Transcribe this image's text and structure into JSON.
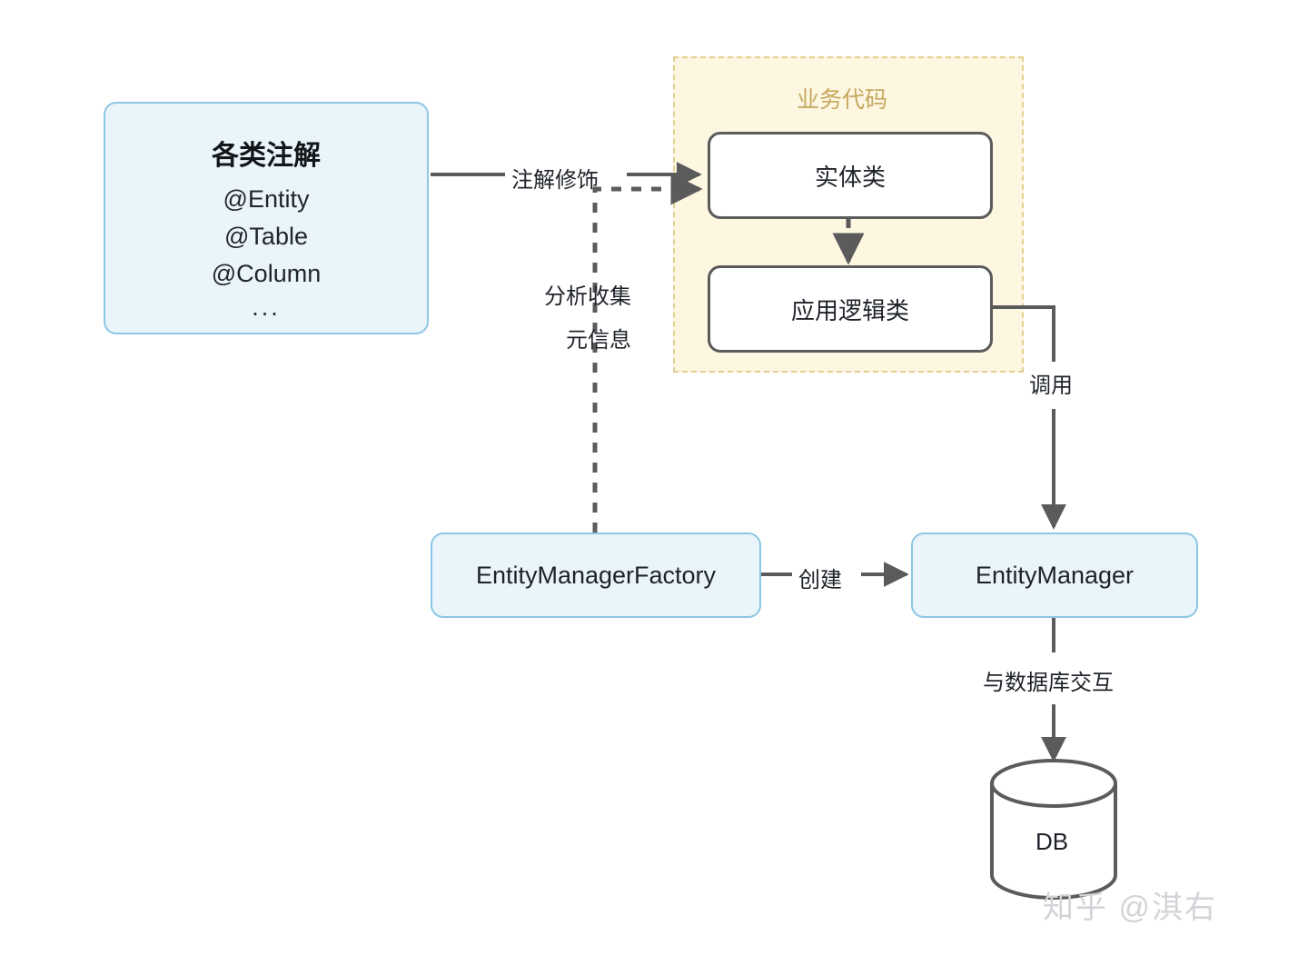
{
  "diagram": {
    "title": "JPA annotation / EntityManager architecture diagram",
    "colors": {
      "blue_fill": "#e9f4fb",
      "blue_border": "#8ec7e4",
      "white_fill": "#ffffff",
      "dark_border": "#5b5b5b",
      "region_fill": "#fdf6e1",
      "region_border": "#e3cf92",
      "region_title_color": "#c6a85f",
      "arrow_color": "#5b5b5b",
      "text_color": "#1f2329",
      "watermark_color": "#d2d4d8"
    },
    "annotation_box": {
      "title": "各类注解",
      "items": [
        "@Entity",
        "@Table",
        "@Column"
      ],
      "ellipsis": "..."
    },
    "business_region": {
      "title": "业务代码",
      "nodes": [
        {
          "id": "entity-class",
          "label": "实体类"
        },
        {
          "id": "app-logic-class",
          "label": "应用逻辑类"
        }
      ]
    },
    "nodes": [
      {
        "id": "entity-manager-factory",
        "label": "EntityManagerFactory"
      },
      {
        "id": "entity-manager",
        "label": "EntityManager"
      },
      {
        "id": "database",
        "label": "DB"
      }
    ],
    "edges": [
      {
        "id": "decorate",
        "label": "注解修饰",
        "from": "各类注解",
        "to": "实体类",
        "style": "solid"
      },
      {
        "id": "collect-meta",
        "label_line1": "分析收集",
        "label_line2": "元信息",
        "from": "EntityManagerFactory",
        "to": "实体类",
        "style": "dashed"
      },
      {
        "id": "entity-to-logic",
        "label": "",
        "from": "实体类",
        "to": "应用逻辑类",
        "style": "dashed"
      },
      {
        "id": "invoke",
        "label": "调用",
        "from": "应用逻辑类",
        "to": "EntityManager",
        "style": "solid"
      },
      {
        "id": "create",
        "label": "创建",
        "from": "EntityManagerFactory",
        "to": "EntityManager",
        "style": "solid"
      },
      {
        "id": "db-interact",
        "label": "与数据库交互",
        "from": "EntityManager",
        "to": "DB",
        "style": "solid"
      }
    ],
    "watermark": "知乎 @淇右"
  }
}
